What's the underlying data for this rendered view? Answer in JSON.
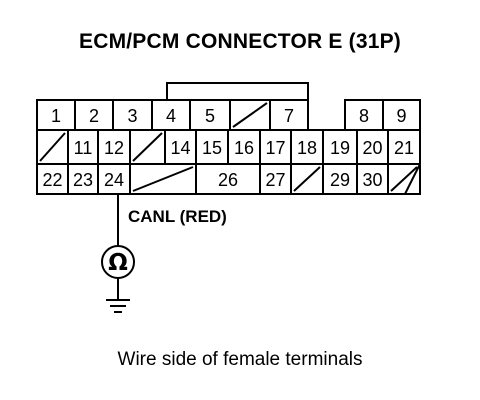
{
  "diagram": {
    "title": "ECM/PCM CONNECTOR E (31P)",
    "caption": "Wire side of female terminals",
    "wire_label": "CANL (RED)",
    "meter_symbol": "Ω",
    "meter_icon": "ohmmeter-icon",
    "ground_icon": "ground-icon",
    "probe_pin": "24",
    "rows": [
      [
        "1",
        "2",
        "3",
        "4",
        "5",
        "",
        "7",
        "",
        "8",
        "9"
      ],
      [
        "",
        "11",
        "12",
        "",
        "14",
        "15",
        "16",
        "17",
        "18",
        "19",
        "20",
        "21"
      ],
      [
        "22",
        "23",
        "24",
        "",
        "26",
        "27",
        "",
        "29",
        "30",
        ""
      ]
    ],
    "colors": {
      "line": "#000000",
      "background": "#ffffff"
    }
  }
}
